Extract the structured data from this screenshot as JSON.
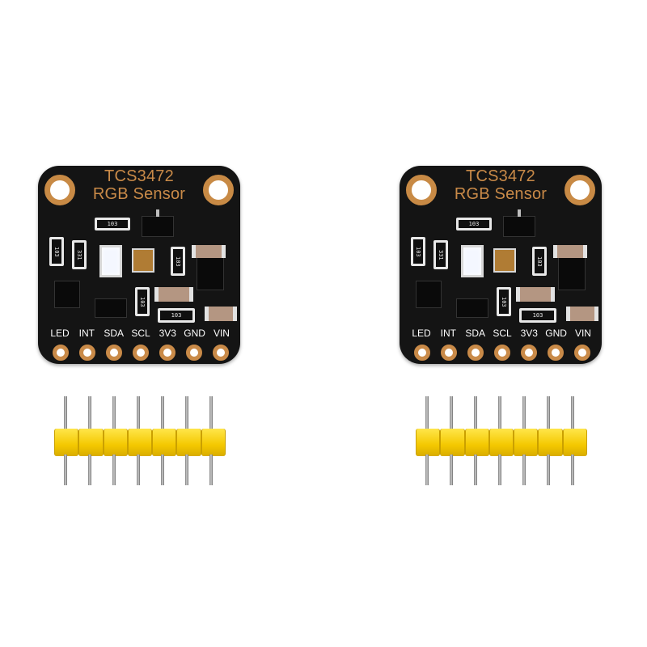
{
  "boards": [
    {
      "title_line1": "TCS3472",
      "title_line2": "RGB Sensor",
      "pin_labels": [
        "LED",
        "INT",
        "SDA",
        "SCL",
        "3V3",
        "GND",
        "VIN"
      ],
      "resistor_codes": [
        "103",
        "331",
        "103",
        "103",
        "103"
      ]
    },
    {
      "title_line1": "TCS3472",
      "title_line2": "RGB Sensor",
      "pin_labels": [
        "LED",
        "INT",
        "SDA",
        "SCL",
        "3V3",
        "GND",
        "VIN"
      ],
      "resistor_codes": [
        "103",
        "331",
        "103",
        "103",
        "103"
      ]
    }
  ],
  "colors": {
    "pcb": "#141414",
    "silkscreen_gold": "#c98a48",
    "header_yellow": "#f4c800",
    "background": "#ffffff"
  }
}
